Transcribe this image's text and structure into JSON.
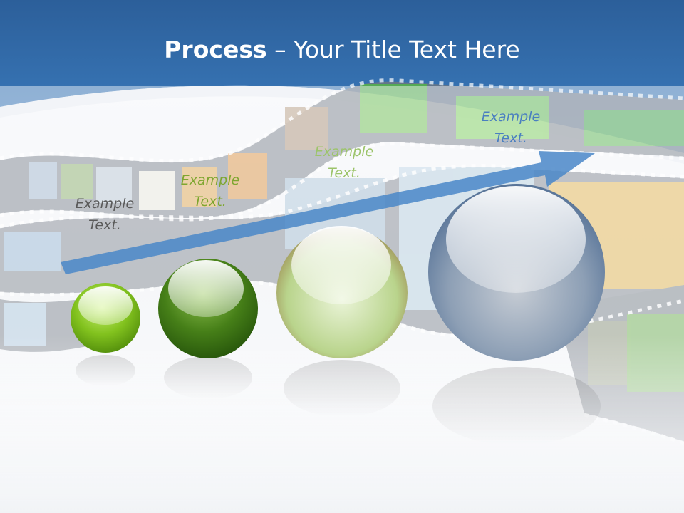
{
  "slide": {
    "title_bold": "Process",
    "title_rest": " – Your Title Text Here"
  },
  "steps": [
    {
      "line1": "Example",
      "line2": "Text.",
      "color": "#5a5a5a"
    },
    {
      "line1": "Example",
      "line2": "Text.",
      "color": "#7ea630"
    },
    {
      "line1": "Example",
      "line2": "Text.",
      "color": "#9cc46a"
    },
    {
      "line1": "Example",
      "line2": "Text.",
      "color": "#4a7fc0"
    }
  ],
  "colors": {
    "header_blue": "#2f6aa8",
    "arrow_blue": "#4a87c8",
    "sphere_1": "#7fc11c",
    "sphere_2": "#3f7d16",
    "sphere_3": "#b7cf8c",
    "sphere_4": "#5b7aa0"
  },
  "icons": [
    "film-strip-graphic",
    "progress-arrow"
  ]
}
